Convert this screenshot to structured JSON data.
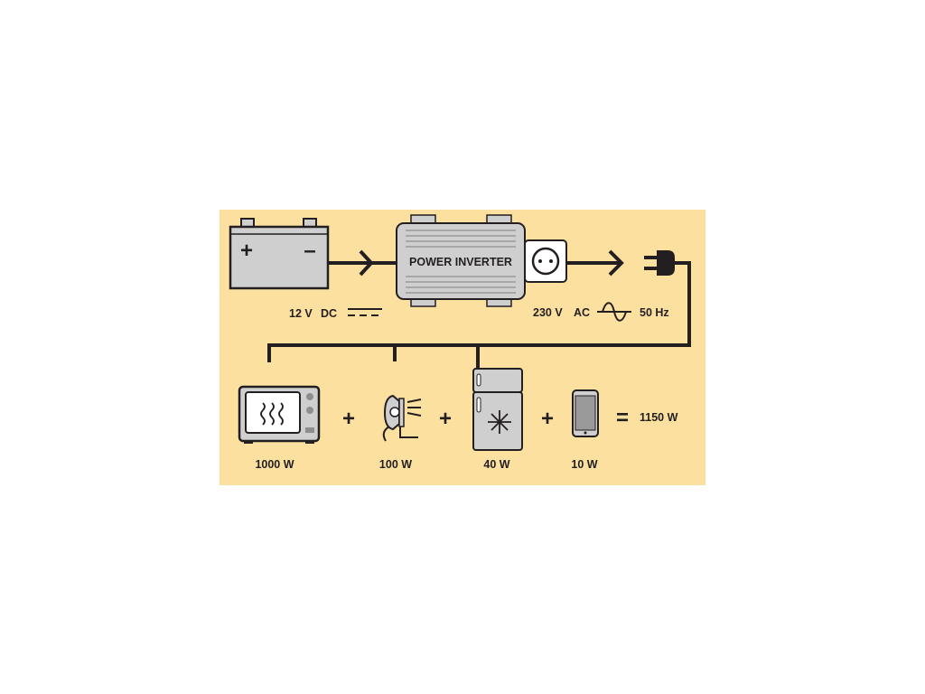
{
  "background": "#fbe0a0",
  "line_color": "#231f20",
  "device_fill": "#cfcfcf",
  "battery": {
    "plus_symbol": "+",
    "minus_symbol": "–",
    "icon": "battery-icon"
  },
  "inverter": {
    "label": "POWER INVERTER",
    "icon": "inverter-icon",
    "outlet_icon": "socket-icon"
  },
  "plug_icon": "plug-icon",
  "dc_output": {
    "voltage": "12 V",
    "type": "DC",
    "symbol_icon": "dc-symbol-icon"
  },
  "ac_output": {
    "voltage": "230 V",
    "type": "AC",
    "symbol_icon": "sine-wave-icon",
    "frequency": "50 Hz"
  },
  "appliances": [
    {
      "icon": "microwave-icon",
      "power": "1000 W"
    },
    {
      "icon": "work-lamp-icon",
      "power": "100 W"
    },
    {
      "icon": "fridge-icon",
      "power": "40 W"
    },
    {
      "icon": "smartphone-icon",
      "power": "10 W"
    }
  ],
  "operators": {
    "plus": "+",
    "equals": "="
  },
  "total": "1150 W"
}
